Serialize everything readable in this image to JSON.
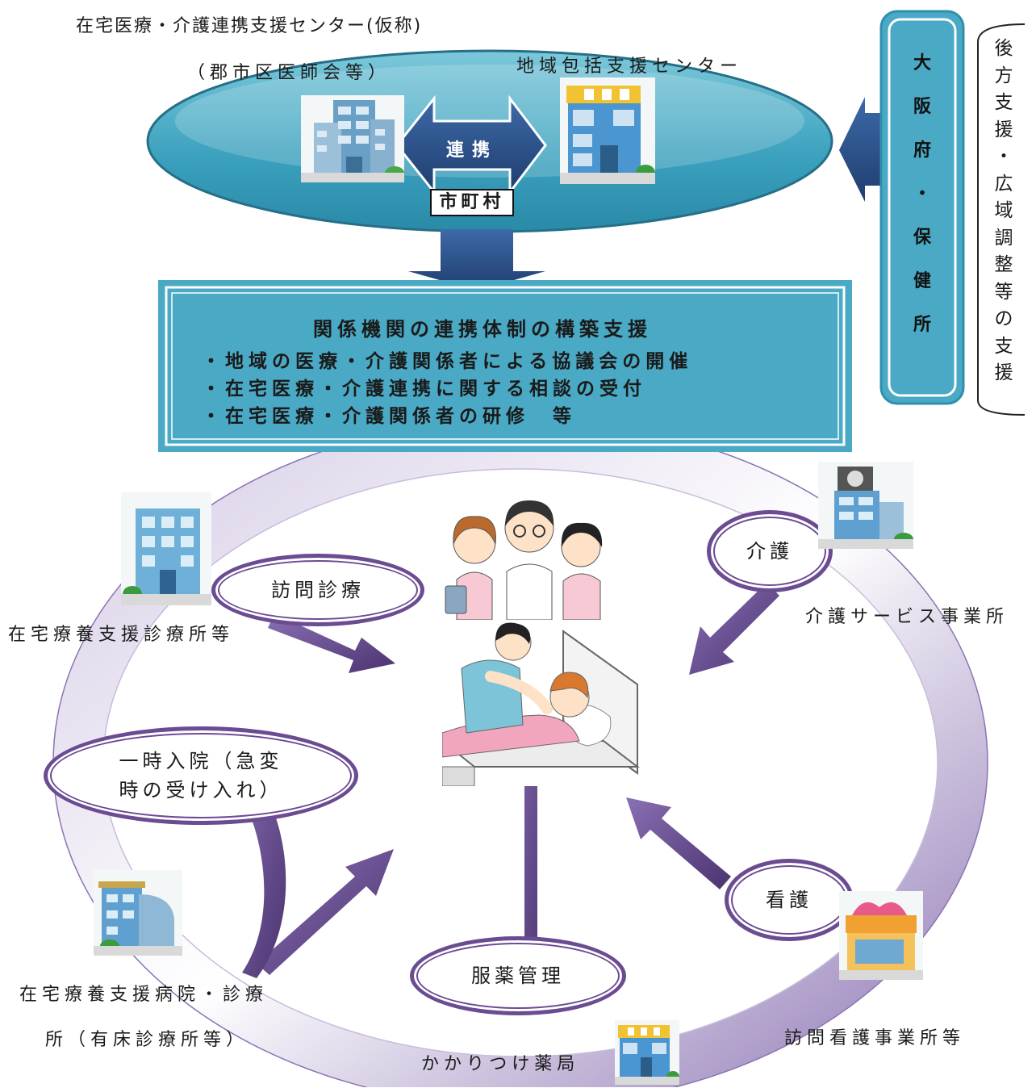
{
  "header": {
    "center_name": "在宅医療・介護連携支援センター(仮称)",
    "center_sub": "（郡市区医師会等）",
    "chiiki": "地域包括支援センター",
    "renkei": "連携",
    "shichoson": "市町村"
  },
  "osaka": {
    "chars": [
      "大",
      "阪",
      "府",
      "・",
      "保",
      "健",
      "所"
    ]
  },
  "side": {
    "chars": [
      "後",
      "方",
      "支",
      "援",
      "・",
      "広",
      "域",
      "調",
      "整",
      "等",
      "の",
      "支",
      "援"
    ]
  },
  "support": {
    "title": "関係機関の連携体制の構築支援",
    "items": [
      "・地域の医療・介護関係者による協議会の開催",
      "・在宅医療・介護連携に関する相談の受付",
      "・在宅医療・介護関係者の研修　等"
    ]
  },
  "nodes": {
    "houmon_shinryo": "訪問診療",
    "kaigo": "介護",
    "ichiji_line1": "一時入院（急変",
    "ichiji_line2": "時の受け入れ）",
    "kango": "看護",
    "fukuyaku": "服薬管理"
  },
  "labels": {
    "shinryojo": "在宅療養支援診療所等",
    "kaigo_service": "介護サービス事業所",
    "byoin_line1": "在宅療養支援病院・診療",
    "byoin_line2": "所（有床診療所等）",
    "houmon_kango": "訪問看護事業所等",
    "yakkyoku": "かかりつけ薬局"
  },
  "colors": {
    "teal": "#4aa9c4",
    "teal_dark": "#2f8fae",
    "navy": "#2d4f86",
    "purple": "#6b4b92",
    "ring": "#b3a3cc"
  }
}
